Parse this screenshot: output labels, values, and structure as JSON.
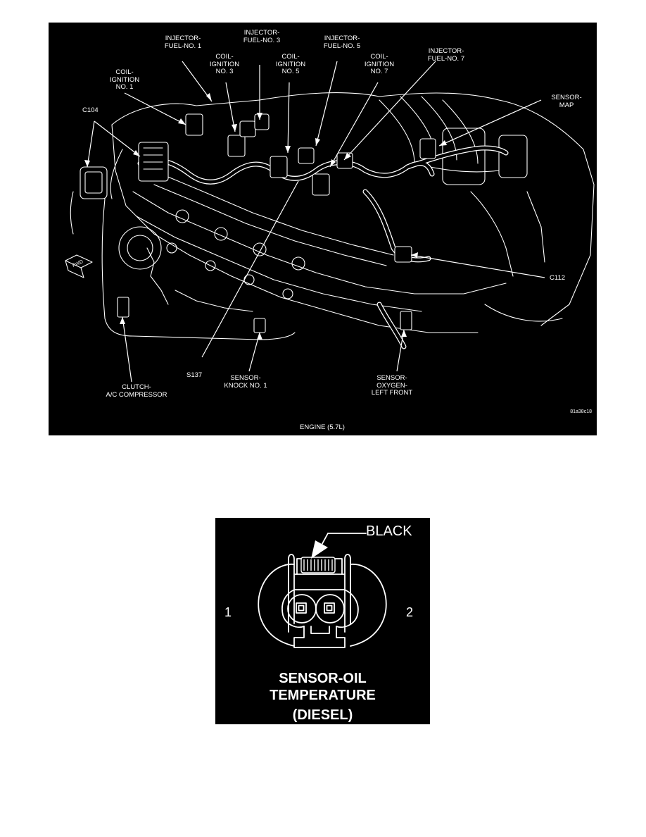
{
  "engine_diagram": {
    "labels": {
      "injector_fuel_1": "INJECTOR-\nFUEL-NO. 1",
      "injector_fuel_3": "INJECTOR-\nFUEL-NO. 3",
      "injector_fuel_5": "INJECTOR-\nFUEL-NO. 5",
      "injector_fuel_7": "INJECTOR-\nFUEL-NO. 7",
      "coil_ignition_1": "COIL-\nIGNITION\nNO. 1",
      "coil_ignition_3": "COIL-\nIGNITION\nNO. 3",
      "coil_ignition_5": "COIL-\nIGNITION\nNO. 5",
      "coil_ignition_7": "COIL-\nIGNITION\nNO. 7",
      "sensor_map": "SENSOR-\nMAP",
      "c104": "C104",
      "c112": "C112",
      "s137": "S137",
      "clutch_ac": "CLUTCH-\nA/C COMPRESSOR",
      "sensor_knock": "SENSOR-\nKNOCK NO. 1",
      "sensor_oxygen": "SENSOR-\nOXYGEN-\nLEFT FRONT",
      "fwd": "FWD",
      "figure_id": "81a38c18",
      "caption": "ENGINE (5.7L)"
    }
  },
  "connector_diagram": {
    "color_label": "BLACK",
    "pin_left": "1",
    "pin_right": "2",
    "title": "SENSOR-OIL\nTEMPERATURE",
    "subtitle": "(DIESEL)"
  },
  "colors": {
    "background": "#000000",
    "line": "#ffffff"
  }
}
